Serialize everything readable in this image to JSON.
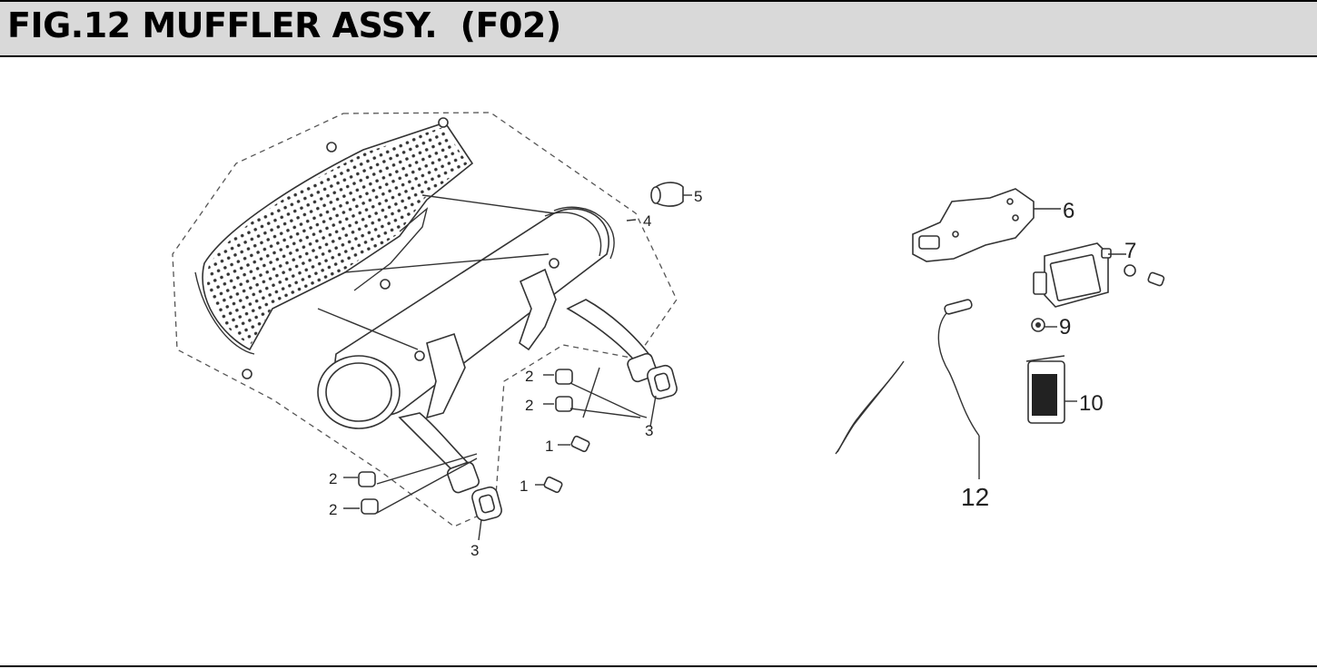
{
  "header": {
    "title": "FIG.12 MUFFLER ASSY.  (F02)"
  },
  "callouts": {
    "c1a": "1",
    "c1b": "1",
    "c2a": "2",
    "c2b": "2",
    "c2c": "2",
    "c2d": "2",
    "c3a": "3",
    "c3b": "3",
    "c4": "4",
    "c5": "5",
    "c6": "6",
    "c7": "7",
    "c9": "9",
    "c10": "10",
    "c12": "12"
  },
  "colors": {
    "header_bg": "#d9d9d9",
    "line": "#333333"
  }
}
